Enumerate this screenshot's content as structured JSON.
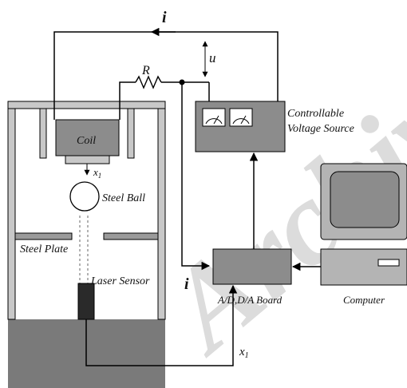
{
  "labels": {
    "current_top": "i",
    "voltage": "u",
    "resistor": "R",
    "coil": "Coil",
    "x1_top": "x",
    "x1_top_sub": "1",
    "steel_ball": "Steel Ball",
    "steel_plate": "Steel Plate",
    "laser_sensor": "Laser Sensor",
    "current_left": "i",
    "board": "A/D,D/A Board",
    "computer": "Computer",
    "x1_bottom": "x",
    "x1_bottom_sub": "1",
    "vs_line1": "Controllable",
    "vs_line2": "Voltage Source"
  },
  "watermark": "Archive",
  "colors": {
    "frame_fill": "#c8c8c8",
    "block_fill": "#8c8c8c",
    "base_fill": "#7a7a7a",
    "sensor_fill": "#2a2a2a",
    "wire": "#000000",
    "watermark": "#d9d9d9"
  }
}
